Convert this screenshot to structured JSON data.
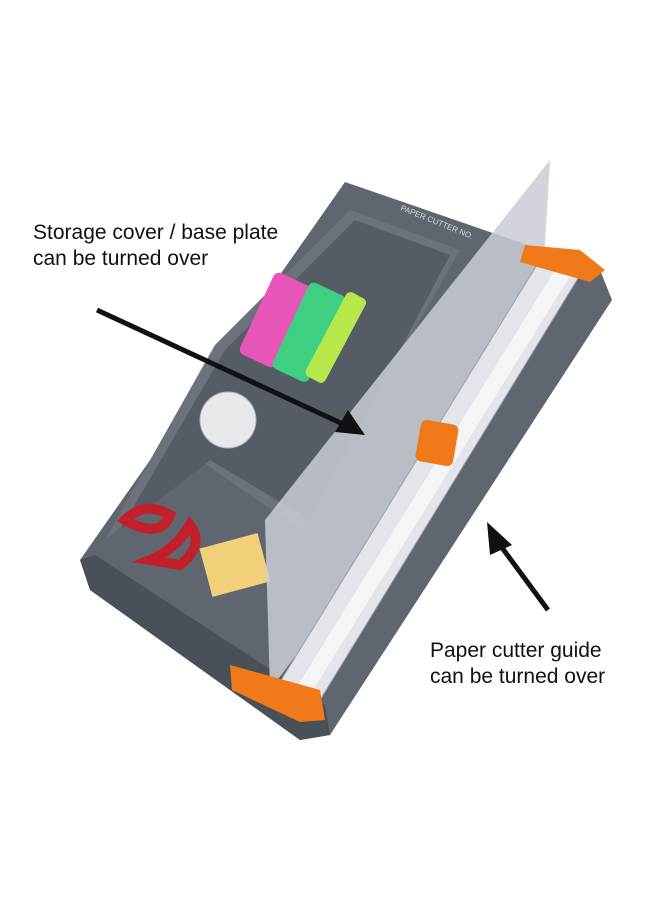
{
  "annotations": {
    "storage": {
      "line1": "Storage cover / base plate",
      "line2": "can be turned over"
    },
    "guide": {
      "line1": "Paper cutter guide",
      "line2": "can be turned over"
    }
  },
  "product": {
    "imprint": "PAPER CUTTER NO.",
    "colors": {
      "body": "#5f6670",
      "body_dark": "#4a5058",
      "accent": "#f07a1a",
      "guide": "#c9ccd3"
    }
  }
}
